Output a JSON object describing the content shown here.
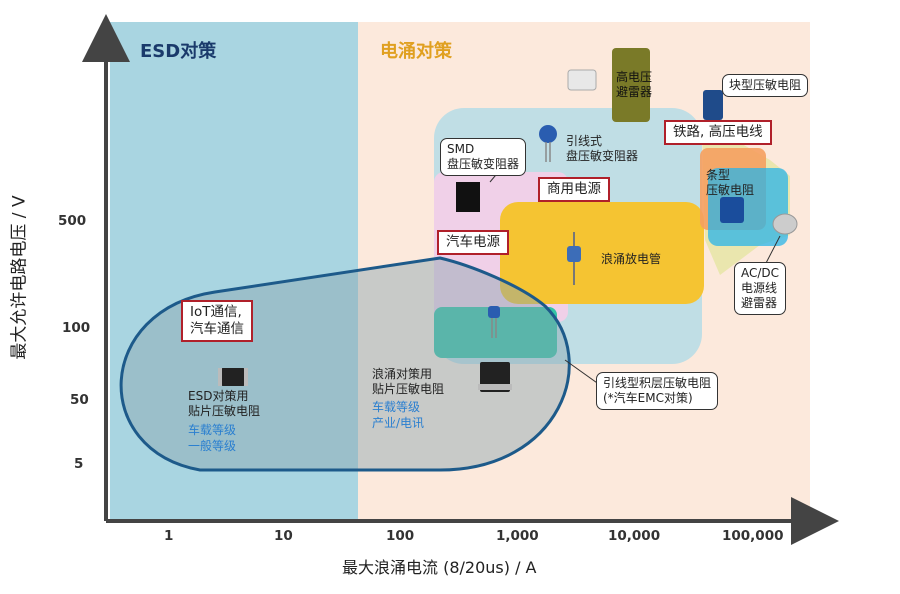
{
  "regions": {
    "esd_title": "ESD对策",
    "surge_title": "电涌对策"
  },
  "axes": {
    "ylabel": "最大允许电路电压 / V",
    "xlabel": "最大浪涌电流 (8/20us) / A",
    "y_ticks": [
      "500",
      "100",
      "50",
      "5"
    ],
    "x_ticks": [
      "1",
      "10",
      "100",
      "1,000",
      "10,000",
      "100,000"
    ]
  },
  "applications": {
    "iot": "IoT通信,\n汽车通信",
    "auto_power": "汽车电源",
    "commercial_power": "商用电源",
    "railway": "铁路, 高压电线"
  },
  "products": {
    "esd_chip": {
      "name": "ESD对策用\n贴片压敏电阻",
      "grade1": "车载等级",
      "grade2": "一般等级"
    },
    "surge_chip": {
      "name": "浪涌对策用\n贴片压敏电阻",
      "grade1": "车载等级",
      "grade2": "产业/电讯"
    },
    "gdt": "浪涌放电管",
    "hv_arrester": "高电压\n避雷器",
    "leaded_disc": "引线式\n盘压敏变阻器",
    "smd_disc": "SMD\n盘压敏变阻器",
    "block": "块型压敏电阻",
    "strap": "条型\n压敏电阻",
    "acdc": "AC/DC\n电源线\n避雷器",
    "multilayer_leaded": "引线型积层压敏电阻\n(*汽车EMC对策)"
  },
  "colors": {
    "esd_bg": "#a8d5e0",
    "surge_bg": "#fce9dc",
    "esd_title": "#1a3a6b",
    "surge_title": "#e0a020",
    "highlight_box": "#b0202a",
    "grade_text": "#2a7fd0"
  }
}
